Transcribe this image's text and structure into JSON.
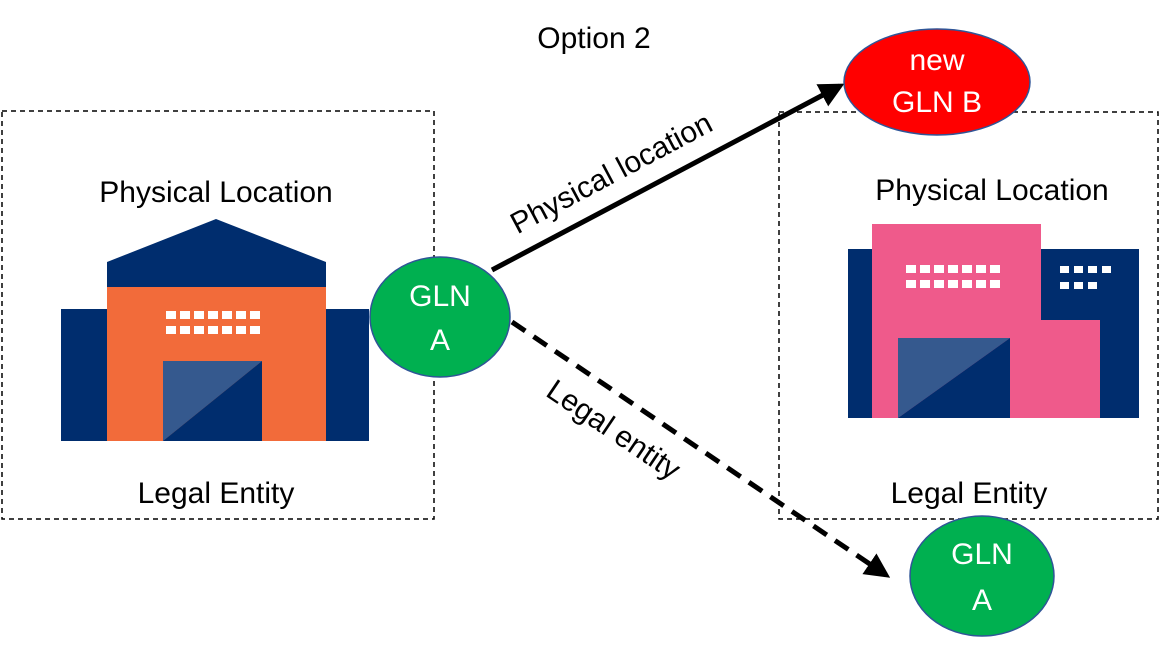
{
  "title": "Option 2",
  "left_box": {
    "top_label": "Physical Location",
    "bottom_label": "Legal Entity"
  },
  "right_box": {
    "top_label": "Physical Location",
    "bottom_label": "Legal Entity"
  },
  "nodes": {
    "gln_a_center": {
      "line1": "GLN",
      "line2": "A"
    },
    "gln_b_new": {
      "line1": "new",
      "line2": "GLN B"
    },
    "gln_a_bottom": {
      "line1": "GLN",
      "line2": "A"
    }
  },
  "edges": {
    "physical": {
      "label": "Physical location"
    },
    "legal": {
      "label": "Legal entity"
    }
  },
  "colors": {
    "navy": "#002D6E",
    "orange": "#F26B3A",
    "pink": "#EF5A8B",
    "door": "#35598E",
    "green": "#00B050",
    "red": "#FF0000"
  }
}
